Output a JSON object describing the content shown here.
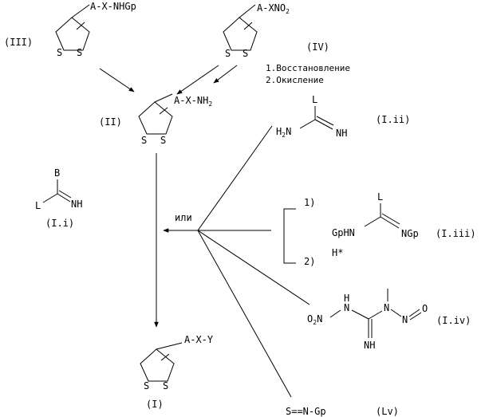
{
  "compounds": {
    "III": {
      "id": "(III)",
      "substituent": "A-X-NHGp",
      "s1": "S",
      "s2": "S"
    },
    "IV": {
      "id": "(IV)",
      "substituent_main": "A-XNO",
      "substituent_sub": "2",
      "s1": "S",
      "s2": "S"
    },
    "II": {
      "id": "(II)",
      "substituent_main": "A-X-NH",
      "substituent_sub": "2",
      "s1": "S",
      "s2": "S"
    },
    "I": {
      "id": "(I)",
      "substituent": "A-X-Y",
      "s1": "S",
      "s2": "S"
    },
    "Ii": {
      "id": "(I.i)",
      "top": "B",
      "left": "L",
      "right": "NH"
    },
    "Iii": {
      "id": "(I.ii)",
      "top": "L",
      "left_main": "H",
      "left_sub": "2",
      "left_tail": "N",
      "right": "NH"
    },
    "Iiii": {
      "id": "(I.iii)",
      "top": "L",
      "left": "GpHN",
      "right": "NGp"
    },
    "Iiv": {
      "id": "(I.iv)",
      "left_pre": "O",
      "left_sub": "2",
      "left_tail": "N",
      "nh_top": "H",
      "n_top": "N",
      "n_mid": "N",
      "n_right": "N",
      "o_right": "O",
      "nh_bottom": "NH"
    },
    "Iv": {
      "id": "(Lv)",
      "formula": "S==N-Gp"
    }
  },
  "reaction": {
    "step1": "1.Восстановление",
    "step2": "2.Окисление",
    "or": "или",
    "bracket_1": "1)",
    "bracket_2": "2)",
    "h_star": "H*"
  }
}
